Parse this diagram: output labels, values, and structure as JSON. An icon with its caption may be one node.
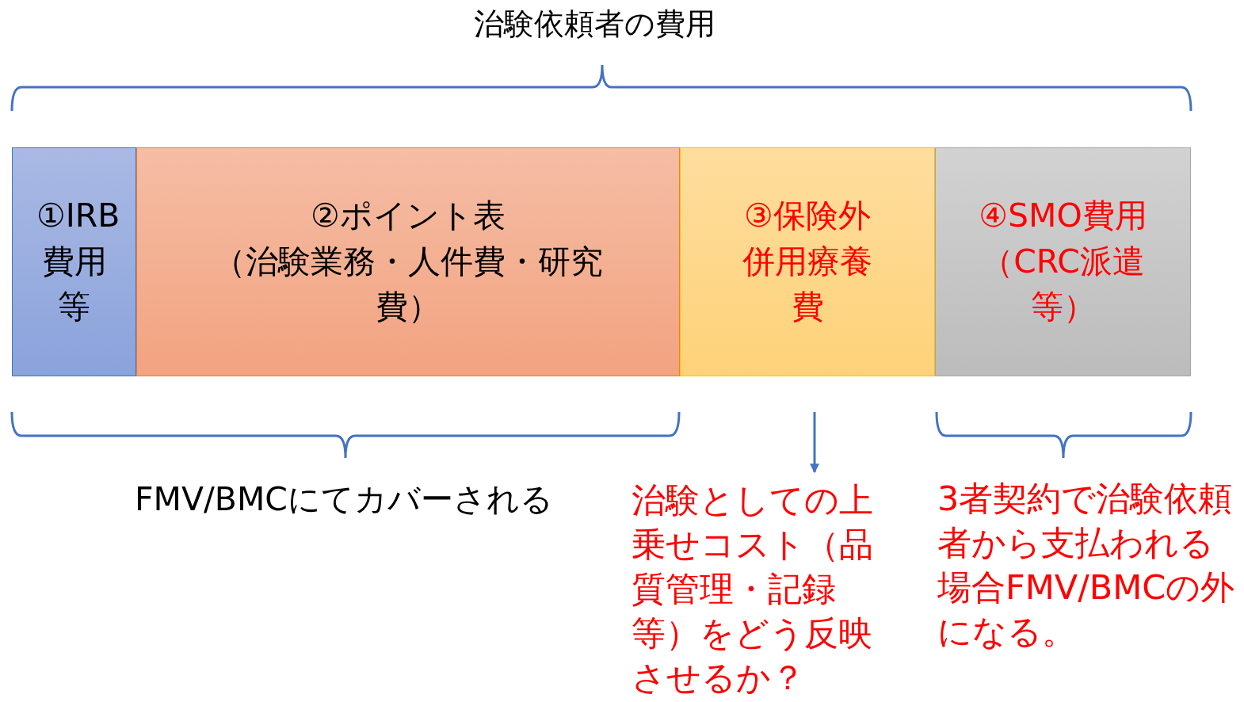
{
  "diagram": {
    "title": "治験依頼者の費用",
    "nodes": [
      {
        "text": [
          "①IRB費用等"
        ]
      },
      {
        "text": [
          "②ポイント表",
          "（治験業務・人件費・研究費）"
        ]
      },
      {
        "text": [
          "③保険外併用療養費"
        ]
      },
      {
        "text": [
          "④SMO費用（CRC派遣等）"
        ]
      },
      {
        "text": [
          "治験としての上乗せコスト（品質管理・記録等）をどう反映させるか？"
        ]
      }
    ],
    "edges": [
      {
        "from": null,
        "to": 4,
        "arrow": "to"
      }
    ],
    "labels": [
      "FMV/BMCにてカバーされる",
      "3者契約で治験依頼者から支払われる場合FMV/BMCの外になる。"
    ]
  }
}
